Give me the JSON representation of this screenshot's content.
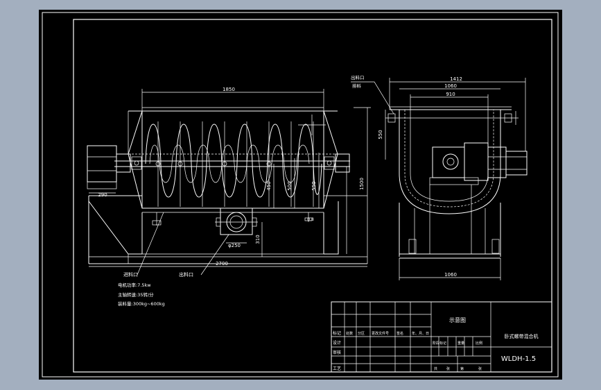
{
  "colors": {
    "background": "#a3afbf",
    "sheet": "#000000",
    "line": "#ffffff"
  },
  "front_view": {
    "dim_top": "1850",
    "dim_left_small": "290",
    "dim_total": "2700",
    "dim_height": "1500",
    "dim_450": "450",
    "dim_500": "500",
    "dim_550": "550",
    "dim_310": "310",
    "dim_pipe": "φ250",
    "dim_small_right": "0.8"
  },
  "side_view": {
    "dim_1412": "1412",
    "dim_1060_top": "1060",
    "dim_910": "910",
    "dim_550": "550",
    "dim_1060_bottom": "1060",
    "callout_line1": "出料口",
    "callout_line2": "排料"
  },
  "labels": {
    "inlet": "进料口",
    "outlet": "出料口"
  },
  "notes": [
    "电机功率:7.5kw",
    "主轴转速:35转/分",
    "装料量:300kg~600kg"
  ],
  "title_block": {
    "diagram_label": "示意图",
    "product_name": "卧式螺带混合机",
    "model": "WLDH-1.5",
    "row_labels": [
      "标记",
      "设计",
      "审核",
      "工艺"
    ],
    "mid_labels": [
      "处数",
      "分区",
      "更改文件号",
      "签名",
      "年、月、日"
    ],
    "right_labels": [
      "阶段标记",
      "重量",
      "比例"
    ],
    "sheet_labels": [
      "共",
      "张",
      "第",
      "张"
    ]
  }
}
